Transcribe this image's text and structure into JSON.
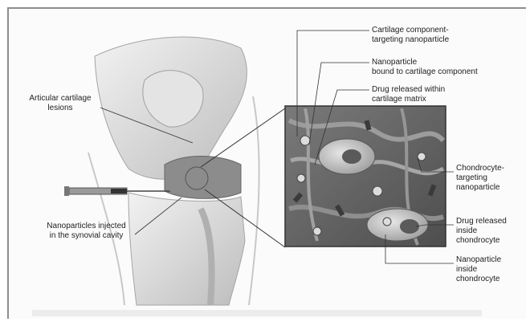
{
  "labels": {
    "cartilage_lesions": "Articular cartilage\nlesions",
    "injected": "Nanoparticles injected\nin the synovial cavity",
    "targeting_np": "Cartilage component-\ntargeting nanoparticle",
    "bound_np": "Nanoparticle\nbound to cartilage component",
    "drug_matrix": "Drug released within\ncartilage matrix",
    "chondrocyte_np": "Chondrocyte-\ntargeting\nnanoparticle",
    "drug_chondrocyte": "Drug released\ninside\nchondrocyte",
    "np_inside": "Nanoparticle\ninside\nchondrocyte"
  },
  "colors": {
    "bone": "#d9d9d9",
    "cartilage": "#9a9a9a",
    "matrix": "#6e6e6e",
    "line": "#333333"
  }
}
